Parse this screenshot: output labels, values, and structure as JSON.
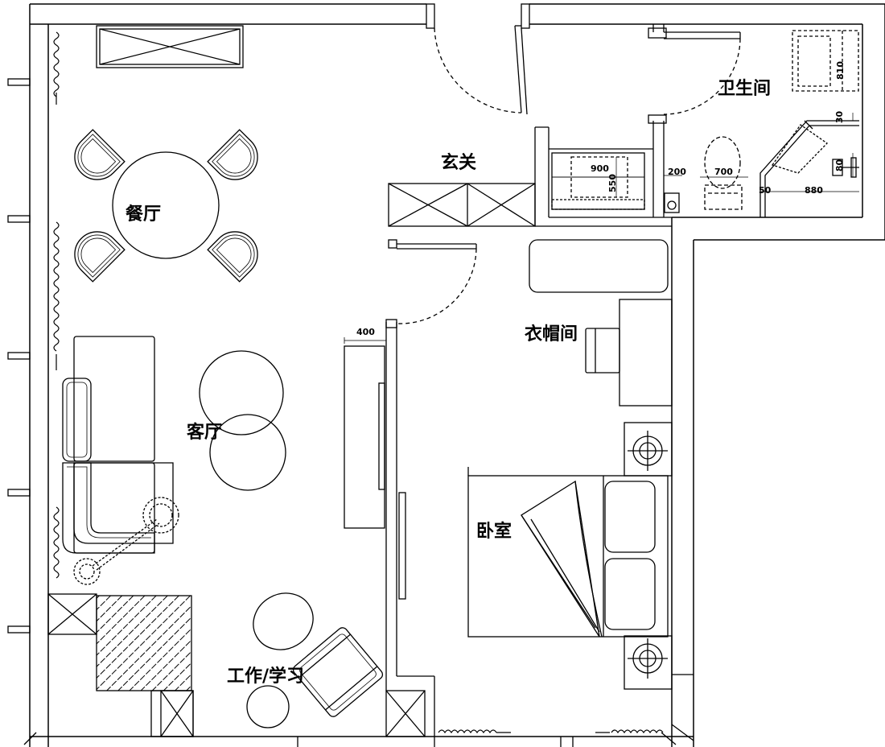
{
  "rooms": {
    "dining": "餐厅",
    "living": "客厅",
    "entrance": "玄关",
    "bathroom": "卫生间",
    "wardrobe": "衣帽间",
    "bedroom": "卧室",
    "study": "工作/学习"
  },
  "dimensions": {
    "tv_depth": "400",
    "vanity_width": "900",
    "vanity_depth": "550",
    "gap_200": "200",
    "toilet_width": "700",
    "gap_50": "50",
    "shower_width": "880",
    "bathtub_length": "810",
    "shower_depth": "30",
    "shower_side": "80"
  }
}
